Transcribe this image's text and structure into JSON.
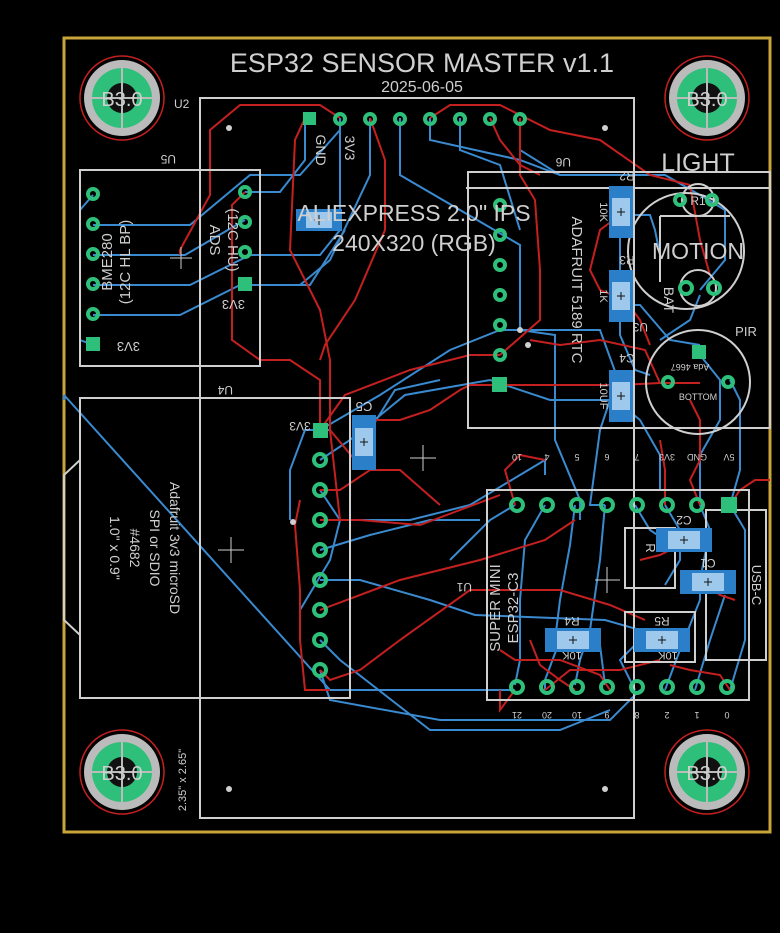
{
  "board": {
    "title": "ESP32  SENSOR  MASTER v1.1",
    "date": "2025-06-05",
    "dimensions": "2.35\" x 2.65\"",
    "mount_hole_label": "B3.0"
  },
  "labels": {
    "u2": "U2",
    "u5": "U5",
    "u6": "U6",
    "u4": "U4",
    "u1": "U1",
    "u3": "U3",
    "display_line1": "ALIEXPRESS 2.0\" IPS",
    "display_line2": "240X320 (RGB)",
    "gnd": "GND",
    "v33": "3V3",
    "v33_b": "3V3",
    "v33_c": "3V3",
    "v33_d": "3V3",
    "ads_line1": "ADS",
    "ads_line2": "(12C HU)",
    "bme_line1": "BME280",
    "bme_line2": "(12C HL BP)",
    "rtc": "ADAFRUIT 5189 RTC",
    "sd_line1": "Adafruit 3v3 microSD",
    "sd_line2": "SPI or SDIO",
    "sd_line3": "#4682",
    "sd_line4": "1.0\" x 0.9\"",
    "esp_line1": "SUPER MINI",
    "esp_line2": "ESP32-C3",
    "light": "LIGHT",
    "motion": "MOTION",
    "pir": "PIR",
    "bat": "BAT",
    "ada": "Ada 4667",
    "bottom": "BOTTOM",
    "usbc": "USB-C",
    "r1": "R1",
    "r2": "R2",
    "r3": "R3",
    "r4": "R4",
    "r5": "R5",
    "c1": "C1",
    "c2": "C2",
    "c4": "C4",
    "c5": "C5",
    "r_10k_a": "10K",
    "r_1k": "1K",
    "c_10uf": "10UF",
    "r_10k_b": "10K",
    "r_10k_c": "10K",
    "r": "R",
    "pin_top": [
      "10",
      "4",
      "5",
      "6",
      "7",
      "3V3",
      "GND",
      "5V"
    ],
    "pin_bot": [
      "21",
      "20",
      "10",
      "9",
      "8",
      "2",
      "1",
      "0"
    ]
  },
  "colors": {
    "board_edge": "#c8a43a",
    "top_copper": "#c42020",
    "bottom_copper": "#3a8ad0",
    "pad": "#2ec07a",
    "silkscreen": "#cfcfcf",
    "smd_blue": "#2a7fc8"
  }
}
